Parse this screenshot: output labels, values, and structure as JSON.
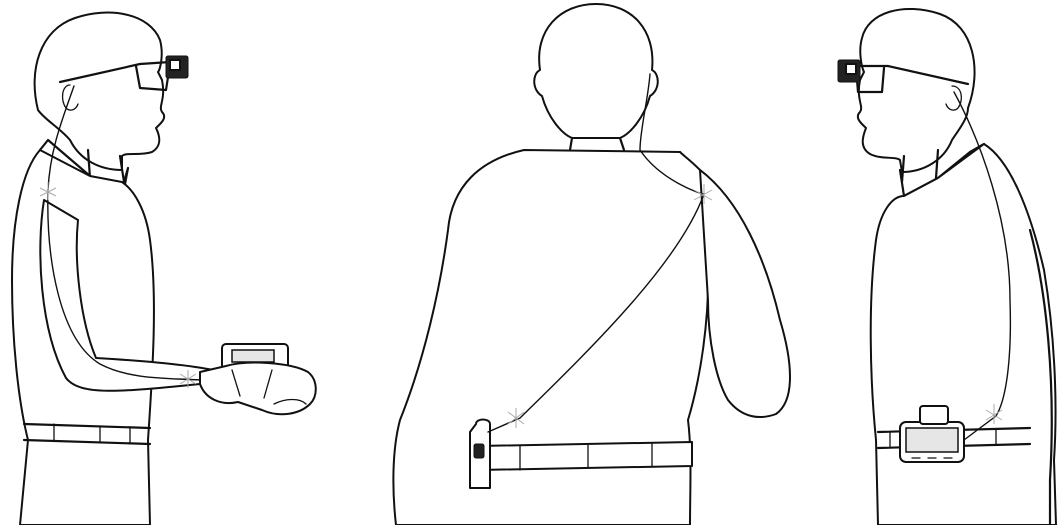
{
  "figure": {
    "panels": [
      {
        "id": "side-left",
        "view": "left-profile",
        "device_location": "hand-held"
      },
      {
        "id": "back",
        "view": "rear",
        "device_location": "belt-clip"
      },
      {
        "id": "side-right",
        "view": "right-profile",
        "device_location": "belt-front"
      }
    ],
    "colors": {
      "line": "#111111",
      "background": "#ffffff",
      "clip_glow": "#aaaaaa"
    }
  }
}
